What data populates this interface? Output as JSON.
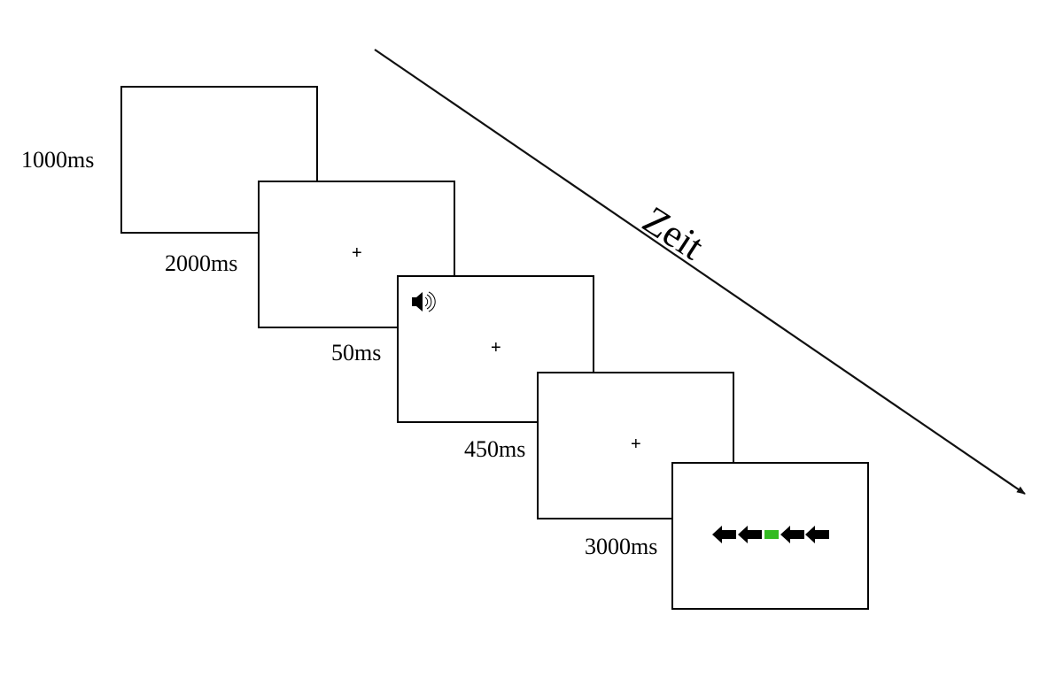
{
  "time_axis": {
    "label": "Zeit"
  },
  "frames": [
    {
      "duration": "1000ms",
      "content": "blank"
    },
    {
      "duration": "2000ms",
      "content": "fixation-cross",
      "fixation": "+"
    },
    {
      "duration": "50ms",
      "content": "fixation-cross-with-sound",
      "fixation": "+",
      "icon": "speaker-icon"
    },
    {
      "duration": "450ms",
      "content": "fixation-cross",
      "fixation": "+"
    },
    {
      "duration": "3000ms",
      "content": "flanker-stimulus",
      "stimulus": {
        "items": [
          "left-arrow",
          "left-arrow",
          "target-square",
          "left-arrow",
          "left-arrow"
        ],
        "target_color": "#33bb22",
        "flanker_color": "#000000"
      }
    }
  ]
}
